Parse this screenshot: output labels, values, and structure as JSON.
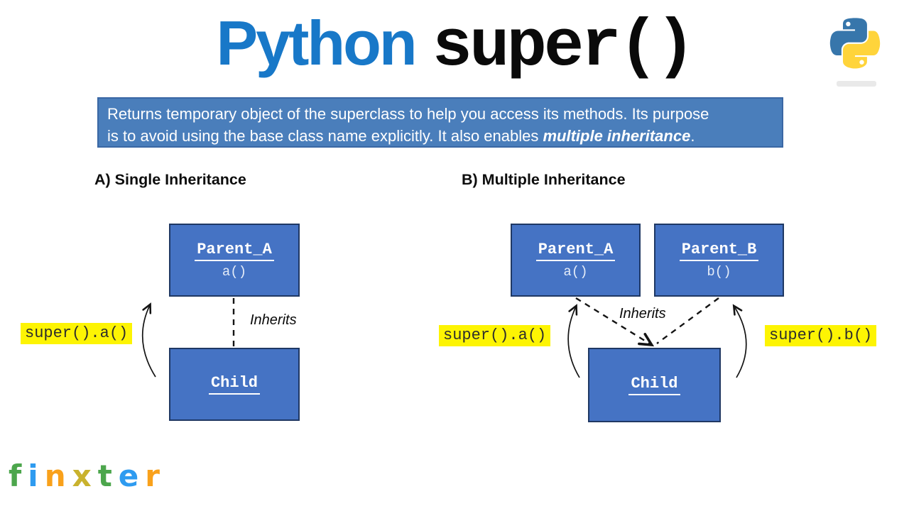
{
  "title": {
    "word1": "Python",
    "word2": "super()"
  },
  "python_logo": {
    "blue": "#3776ab",
    "yellow": "#ffd43b"
  },
  "banner": {
    "line1": "Returns temporary object of the superclass to help you access its methods. Its purpose",
    "line2_text": "is to avoid using the base class name explicitly. It also enables ",
    "line2_emphasis": "multiple inheritance",
    "line2_suffix": ".",
    "bg": "#4a7ebb",
    "border": "#3a67a4"
  },
  "sections": {
    "a_label": "A) Single Inheritance",
    "b_label": "B) Multiple Inheritance"
  },
  "diagram_a": {
    "parent": {
      "class_name": "Parent_A",
      "method": "a()"
    },
    "child": {
      "class_name": "Child"
    },
    "inherits_label": "Inherits",
    "super_call": "super().a()"
  },
  "diagram_b": {
    "parent_left": {
      "class_name": "Parent_A",
      "method": "a()"
    },
    "parent_right": {
      "class_name": "Parent_B",
      "method": "b()"
    },
    "child": {
      "class_name": "Child"
    },
    "inherits_label": "Inherits",
    "super_call_left": "super().a()",
    "super_call_right": "super().b()"
  },
  "colors": {
    "box_fill": "#4573c4",
    "box_border": "#1f3864",
    "highlight_yellow": "#fdf403",
    "title_blue": "#1878c8"
  },
  "brand": {
    "name": "finxter",
    "letters": [
      {
        "ch": "f",
        "color": "#4ca64c"
      },
      {
        "ch": "i",
        "color": "#2e9bf0"
      },
      {
        "ch": "n",
        "color": "#f9a11b"
      },
      {
        "ch": "x",
        "color": "#c9b22e"
      },
      {
        "ch": "t",
        "color": "#4ca64c"
      },
      {
        "ch": "e",
        "color": "#2e9bf0"
      },
      {
        "ch": "r",
        "color": "#f9a11b"
      }
    ]
  }
}
